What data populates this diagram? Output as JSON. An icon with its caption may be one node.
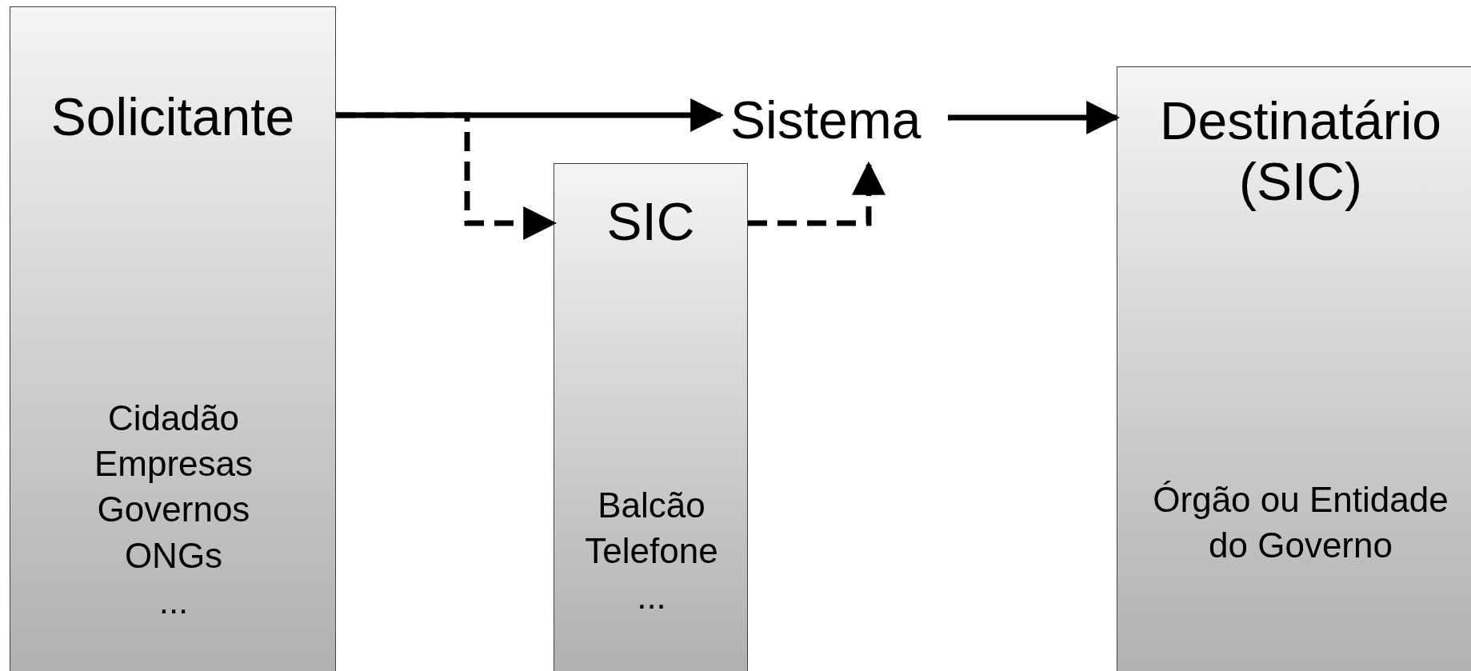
{
  "diagram": {
    "nodes": [
      {
        "text": [
          "Solicitante",
          "Cidadão",
          "Empresas",
          "Governos",
          "ONGs",
          "..."
        ]
      },
      {
        "text": [
          "Sistema"
        ]
      },
      {
        "text": [
          "SIC",
          "Balcão",
          "Telefone",
          "..."
        ]
      },
      {
        "text": [
          "Destinatário (SIC)",
          "Órgão ou Entidade do Governo"
        ]
      }
    ],
    "edges": [
      {
        "from": 0,
        "to": 1,
        "arrow": "to"
      },
      {
        "from": 0,
        "to": 2,
        "arrow": "to",
        "style": "dashed"
      },
      {
        "from": 2,
        "to": 1,
        "arrow": "to",
        "style": "dashed"
      },
      {
        "from": 1,
        "to": 3,
        "arrow": "to"
      }
    ]
  }
}
